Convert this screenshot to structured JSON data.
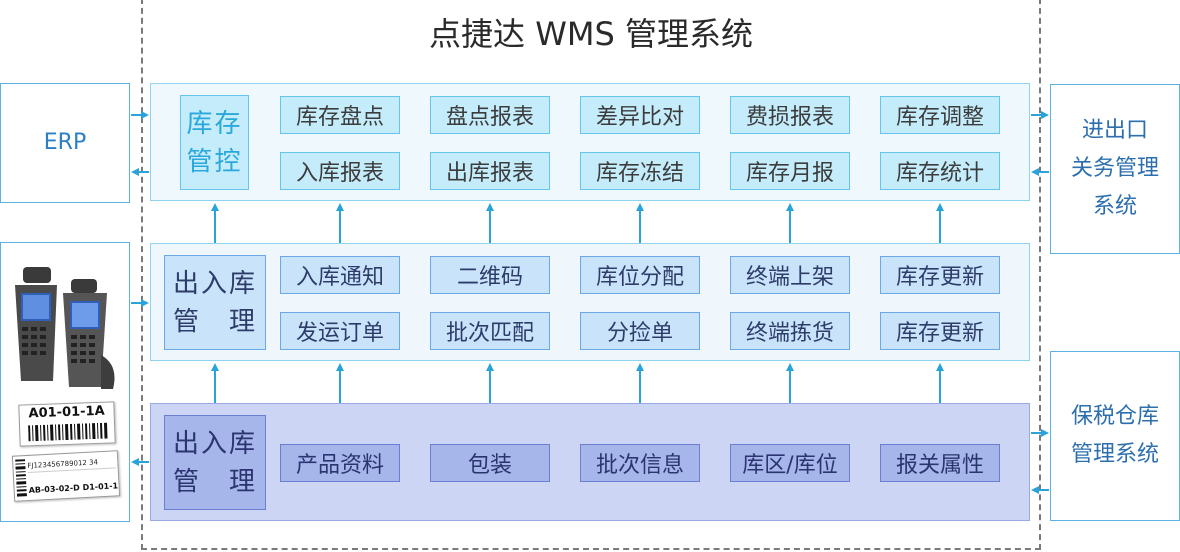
{
  "title": "点捷达 WMS 管理系统",
  "layer_control": {
    "header": [
      "库存",
      "管控"
    ],
    "items": [
      "库存盘点",
      "盘点报表",
      "差异比对",
      "费损报表",
      "库存调整",
      "入库报表",
      "出库报表",
      "库存冻结",
      "库存月报",
      "库存统计"
    ]
  },
  "layer_io": {
    "header": [
      "出入库",
      "管　理"
    ],
    "items": [
      "入库通知",
      "二维码",
      "库位分配",
      "终端上架",
      "库存更新",
      "发运订单",
      "批次匹配",
      "分捡单",
      "终端拣货",
      "库存更新"
    ]
  },
  "layer_base": {
    "header": [
      "出入库",
      "管　理"
    ],
    "items": [
      "产品资料",
      "包装",
      "批次信息",
      "库区/库位",
      "报关属性"
    ]
  },
  "left": {
    "erp": "ERP",
    "label1": "A01-01-1A",
    "label2_lines": [
      "FJ123456789012 34",
      "AB-03-02-D   D1-01-1"
    ]
  },
  "right": {
    "customs": [
      "进出口",
      "关务管理",
      "系统"
    ],
    "bonded": [
      "保税仓库",
      "管理系统"
    ]
  },
  "colors": {
    "frame": "#7a7a7a",
    "arrow": "#2aa2da",
    "layer_top": "#eff9fd",
    "layer_base": "#ccd5f4",
    "cell_cyan": "#c4ecfb",
    "cell_navy": "#a6b6ea"
  }
}
